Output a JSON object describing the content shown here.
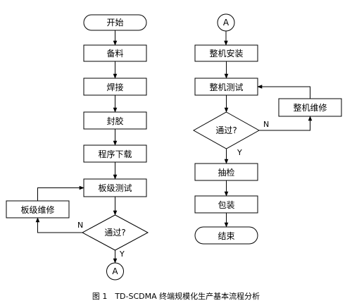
{
  "flowchart": {
    "left": {
      "start": "开始",
      "step1": "备料",
      "step2": "焊接",
      "step3": "封胶",
      "step4": "程序下载",
      "step5": "板级测试",
      "repair": "板级维修",
      "decision": "通过?",
      "no": "N",
      "yes": "Y",
      "connector": "A"
    },
    "right": {
      "connector": "A",
      "step1": "整机安装",
      "step2": "整机测试",
      "repair": "整机维修",
      "decision": "通过?",
      "no": "N",
      "yes": "Y",
      "step3": "抽检",
      "step4": "包装",
      "end": "结束"
    }
  },
  "caption": "图 1　TD-SCDMA 终端规模化生产基本流程分析"
}
